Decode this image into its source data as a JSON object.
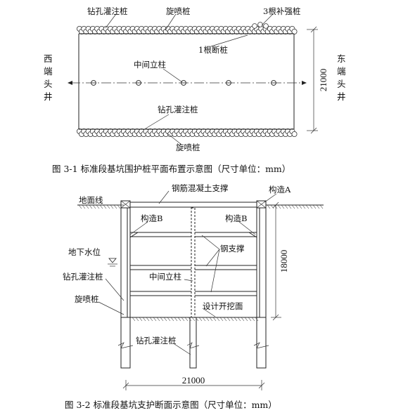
{
  "fig1": {
    "top_labels": {
      "bored_pile": "钻孔灌注桩",
      "jet_grout": "旋喷桩",
      "reinforce": "3根补强桩"
    },
    "broken_pile": "1根断桩",
    "middle_column": "中间立柱",
    "bored_pile_bottom": "钻孔灌注桩",
    "jet_grout_bottom": "旋喷桩",
    "west": [
      "西",
      "端",
      "头",
      "井"
    ],
    "east": [
      "东",
      "端",
      "头",
      "井"
    ],
    "width_dim": "21000",
    "caption": "图 3-1 标准段基坑围护桩平面布置示意图（尺寸单位：mm）"
  },
  "fig2": {
    "strut_concrete": "钢筋混凝土支撑",
    "detail_a": "构造A",
    "ground_line": "地面线",
    "detail_b_left": "构造B",
    "detail_b_right": "构造B",
    "steel_strut": "钢支撑",
    "groundwater": "地下水位",
    "bored_pile": "钻孔灌注桩",
    "middle_column": "中间立柱",
    "jet_grout": "旋喷桩",
    "excavation_face": "设计开挖面",
    "bored_pile_bottom": "钻孔灌注桩",
    "depth_dim": "18000",
    "width_dim": "21000",
    "caption": "图 3-2 标准段基坑支护断面示意图（尺寸单位：mm）"
  },
  "icons": [
    "water-level-icon",
    "pile-circle-icon"
  ]
}
